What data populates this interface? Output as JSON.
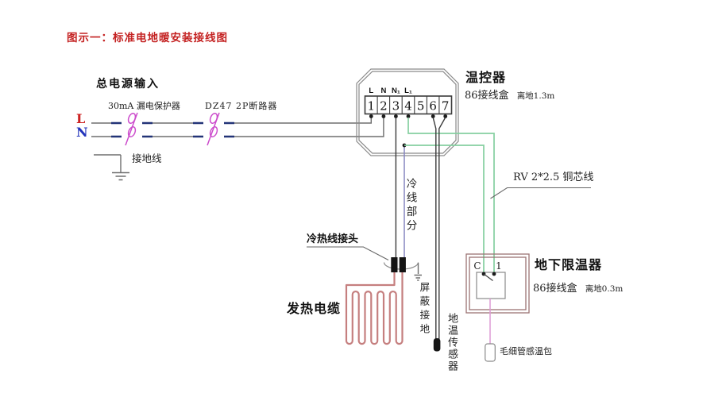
{
  "title": "图示一：标准电地暖安装接线图",
  "power_input": {
    "heading": "总电源输入",
    "rcd_label": "30mA 漏电保护器",
    "mcb_label": "DZ47 2P断路器",
    "line_l": "L",
    "line_n": "N",
    "ground_label": "接地线"
  },
  "thermostat": {
    "name": "温控器",
    "box_label": "86接线盒",
    "height_label": "离地1.3m",
    "terminal_labels": [
      "L",
      "N",
      "N₁",
      "L₁"
    ],
    "terminals": [
      "1",
      "2",
      "3",
      "4",
      "5",
      "6",
      "7"
    ]
  },
  "annotations": {
    "rv_wire": "RV 2*2.5 铜芯线",
    "cold_section": "冷线部分",
    "joint": "冷热线接头",
    "heating_cable": "发热电缆",
    "shield_ground": "屏蔽接地",
    "floor_sensor": "地温传感器",
    "capillary": "毛细管感温包"
  },
  "limiter": {
    "name": "地下限温器",
    "box_label": "86接线盒",
    "height_label": "离地0.3m",
    "terminal_c": "C",
    "terminal_1": "1"
  },
  "colors": {
    "title_red": "#c42222",
    "l_red": "#cc2222",
    "n_blue": "#2233bb",
    "wire_green": "#85cfa0",
    "wire_purple": "#8585c0",
    "wire_pink": "#dd9ad4",
    "cable_red": "#c57f7f",
    "breaker_magenta": "#cc4ccc",
    "dash_navy": "#223377"
  }
}
